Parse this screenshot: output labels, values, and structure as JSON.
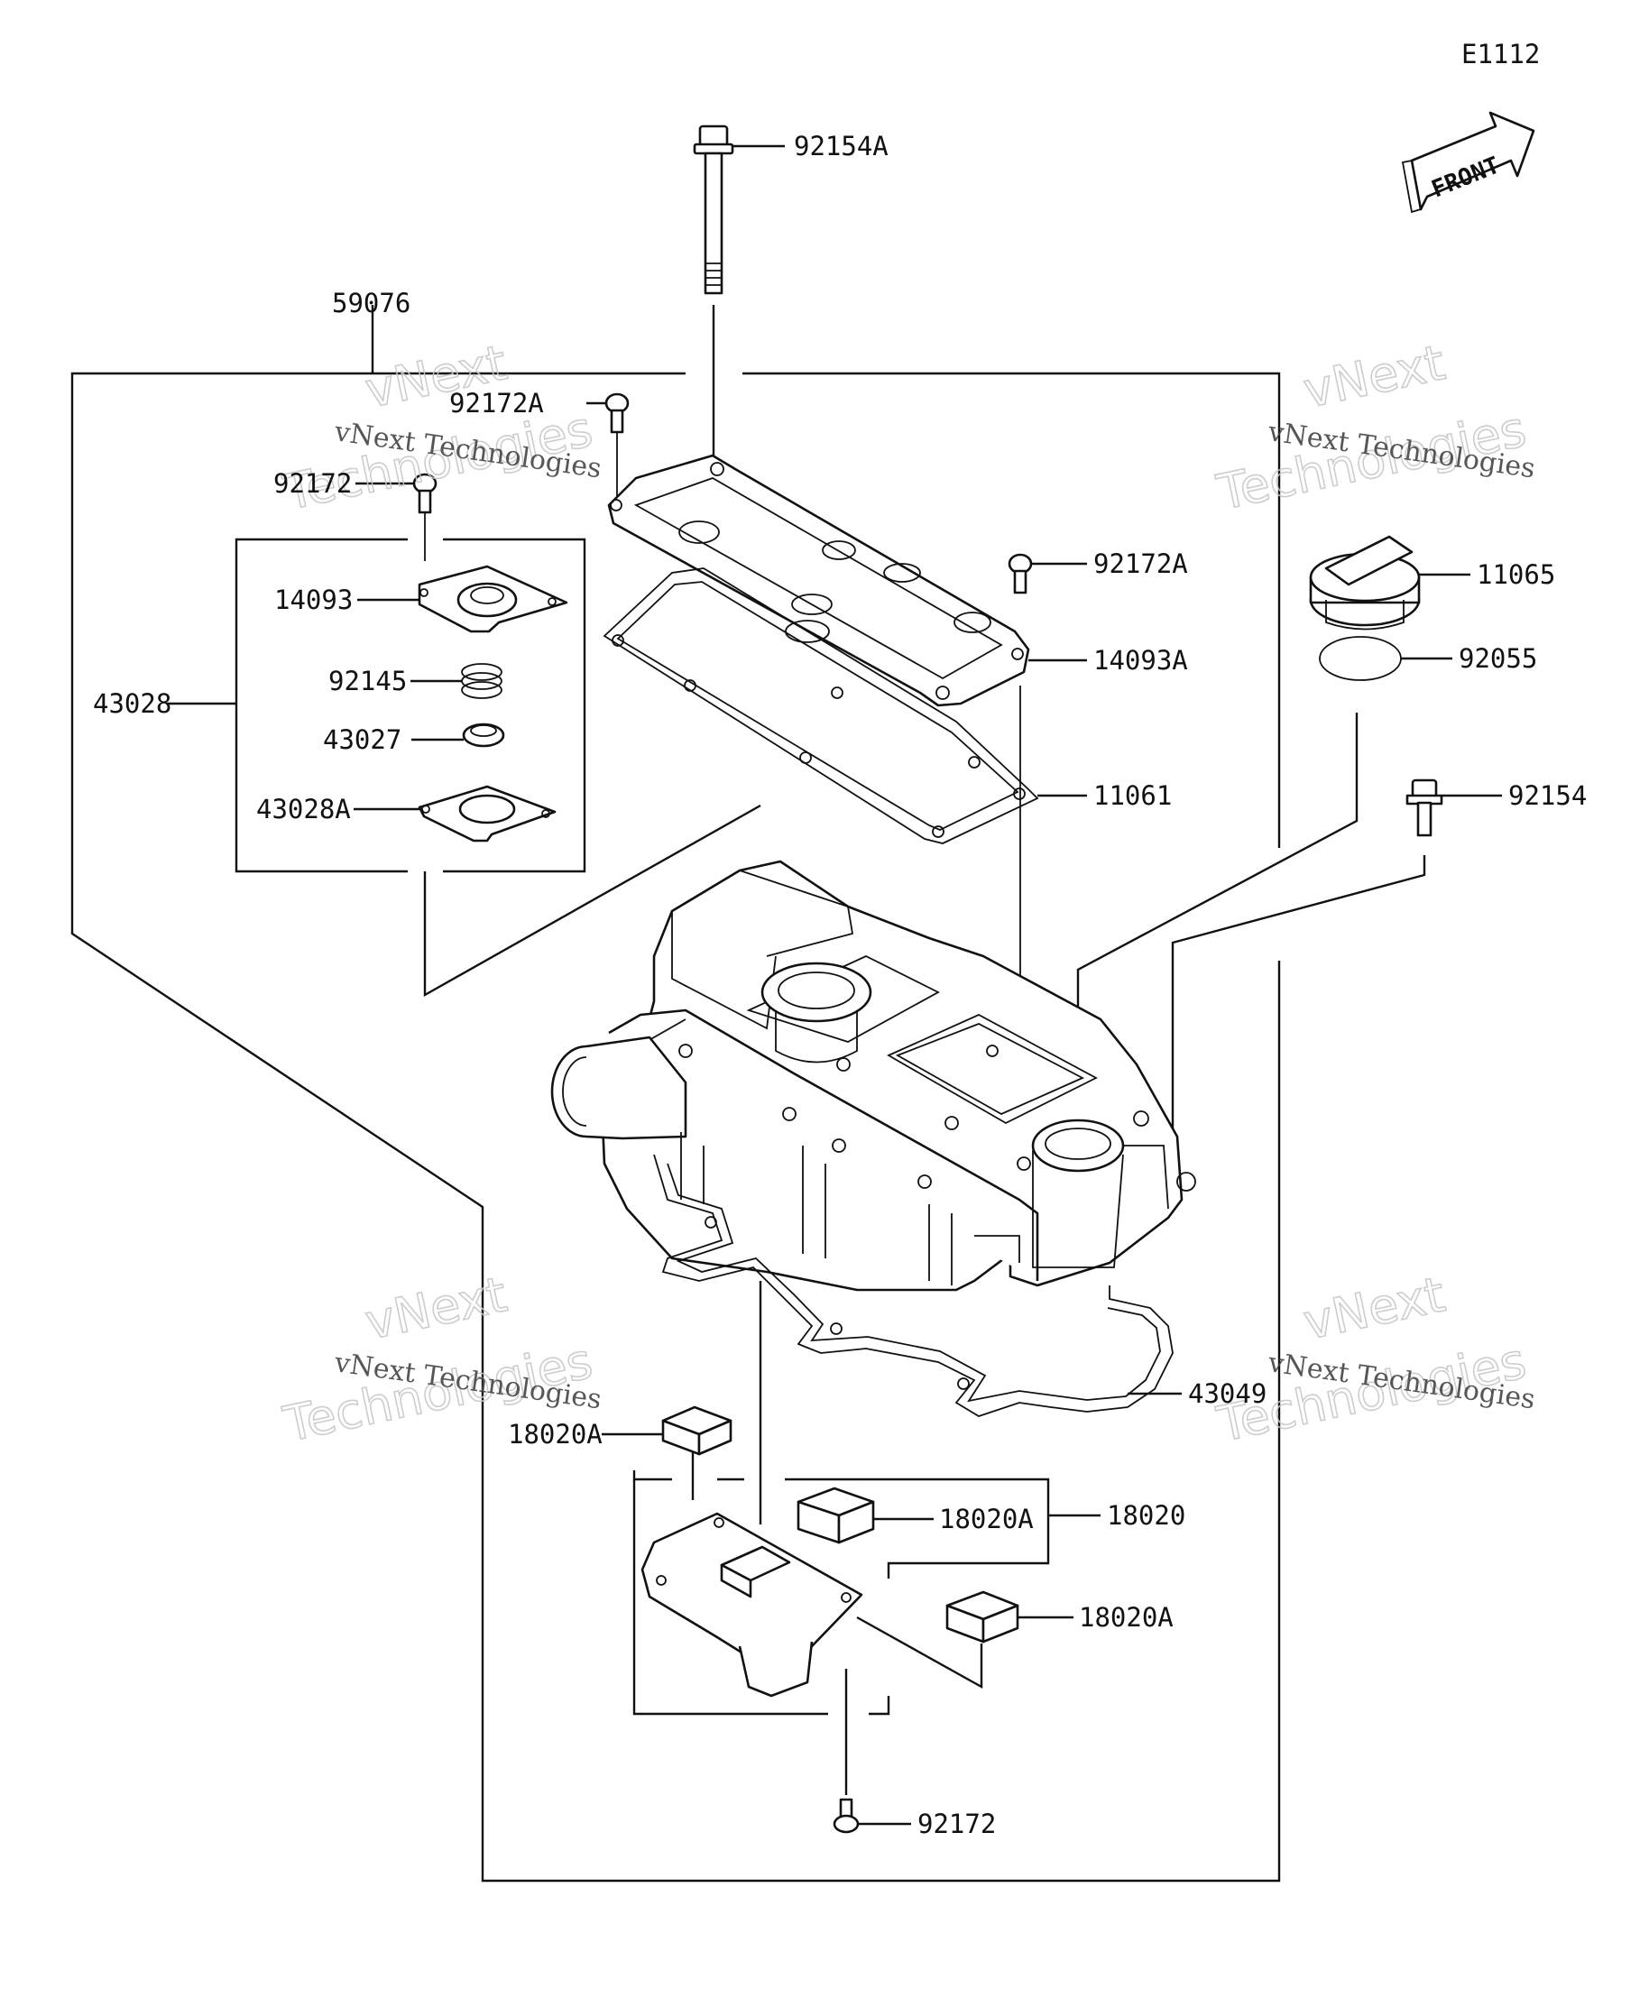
{
  "diagram_code": "E1112",
  "front_label": "FRONT",
  "watermark": {
    "line1": "vNext Technologies",
    "line2": "vNext",
    "line3": "Technologies"
  },
  "part_labels": [
    {
      "id": "p92154A",
      "text": "92154A"
    },
    {
      "id": "p59076",
      "text": "59076"
    },
    {
      "id": "p92172A_top",
      "text": "92172A"
    },
    {
      "id": "p92172_top",
      "text": "92172"
    },
    {
      "id": "p14093",
      "text": "14093"
    },
    {
      "id": "p92145",
      "text": "92145"
    },
    {
      "id": "p43028",
      "text": "43028"
    },
    {
      "id": "p43027",
      "text": "43027"
    },
    {
      "id": "p43028A",
      "text": "43028A"
    },
    {
      "id": "p92172A_mid",
      "text": "92172A"
    },
    {
      "id": "p14093A",
      "text": "14093A"
    },
    {
      "id": "p11061",
      "text": "11061"
    },
    {
      "id": "p11065",
      "text": "11065"
    },
    {
      "id": "p92055",
      "text": "92055"
    },
    {
      "id": "p92154",
      "text": "92154"
    },
    {
      "id": "p43049",
      "text": "43049"
    },
    {
      "id": "p18020A_a",
      "text": "18020A"
    },
    {
      "id": "p18020A_b",
      "text": "18020A"
    },
    {
      "id": "p18020",
      "text": "18020"
    },
    {
      "id": "p18020A_c",
      "text": "18020A"
    },
    {
      "id": "p92172_bot",
      "text": "92172"
    }
  ]
}
